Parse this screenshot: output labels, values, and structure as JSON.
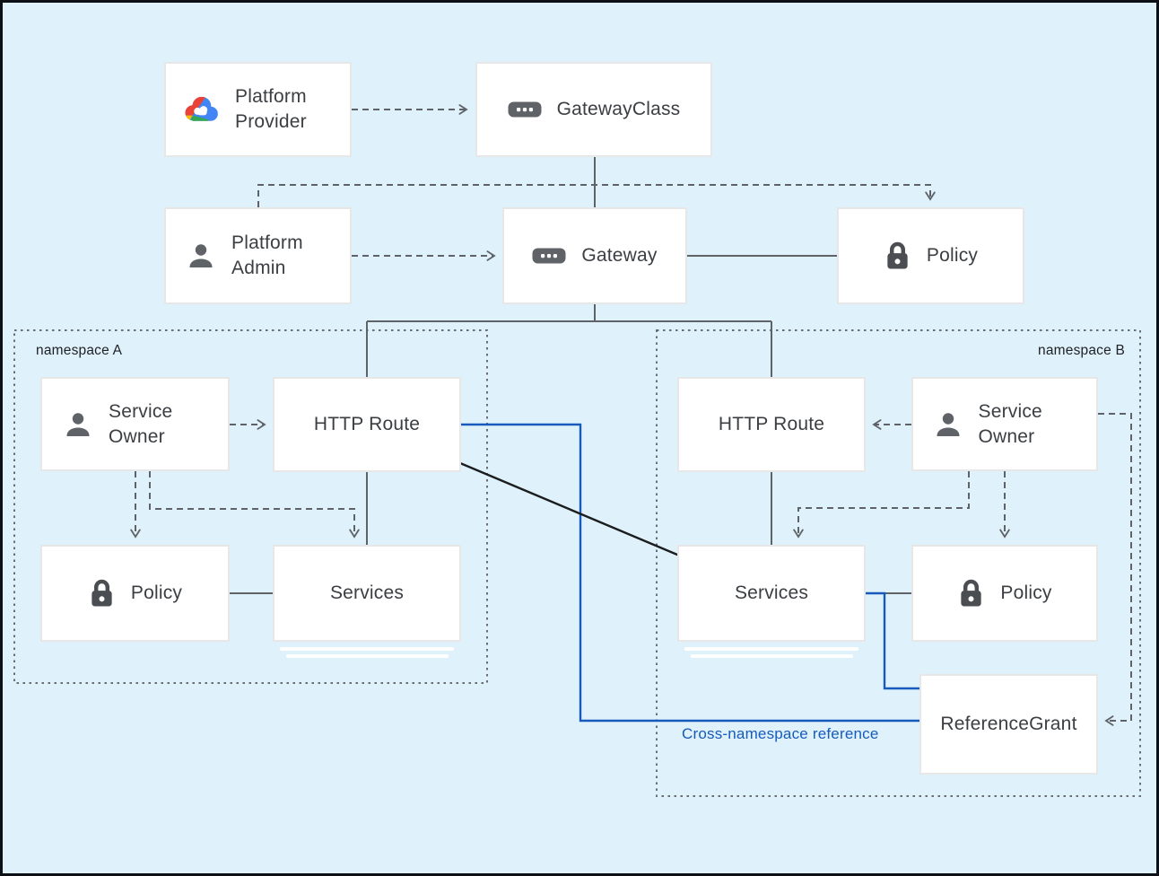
{
  "diagram": {
    "title_hint": "Gateway API resource model",
    "namespace_a_label": "namespace A",
    "namespace_b_label": "namespace B",
    "cross_namespace_label": "Cross-namespace reference",
    "nodes": {
      "platform_provider": {
        "label": "Platform Provider",
        "icon": "google-cloud-logo"
      },
      "gateway_class": {
        "label": "GatewayClass",
        "icon": "resource-chip-icon"
      },
      "platform_admin": {
        "label": "Platform Admin",
        "icon": "person-icon"
      },
      "gateway": {
        "label": "Gateway",
        "icon": "resource-chip-icon"
      },
      "policy_admin": {
        "label": "Policy",
        "icon": "lock-icon"
      },
      "service_owner_a": {
        "label": "Service Owner",
        "icon": "person-icon"
      },
      "http_route_a": {
        "label": "HTTP Route"
      },
      "policy_a": {
        "label": "Policy",
        "icon": "lock-icon"
      },
      "services_a": {
        "label": "Services"
      },
      "http_route_b": {
        "label": "HTTP Route"
      },
      "service_owner_b": {
        "label": "Service Owner",
        "icon": "person-icon"
      },
      "services_b": {
        "label": "Services"
      },
      "policy_b": {
        "label": "Policy",
        "icon": "lock-icon"
      },
      "reference_grant": {
        "label": "ReferenceGrant"
      }
    },
    "colors": {
      "background": "#dff2fc",
      "connector_gray": "#5f6368",
      "cross_namespace_blue": "#185abc",
      "direct_reference_black": "#1b1d1f",
      "google_red": "#ea4335",
      "google_yellow": "#fbbc04",
      "google_green": "#34a853",
      "google_blue": "#4285f4"
    }
  }
}
